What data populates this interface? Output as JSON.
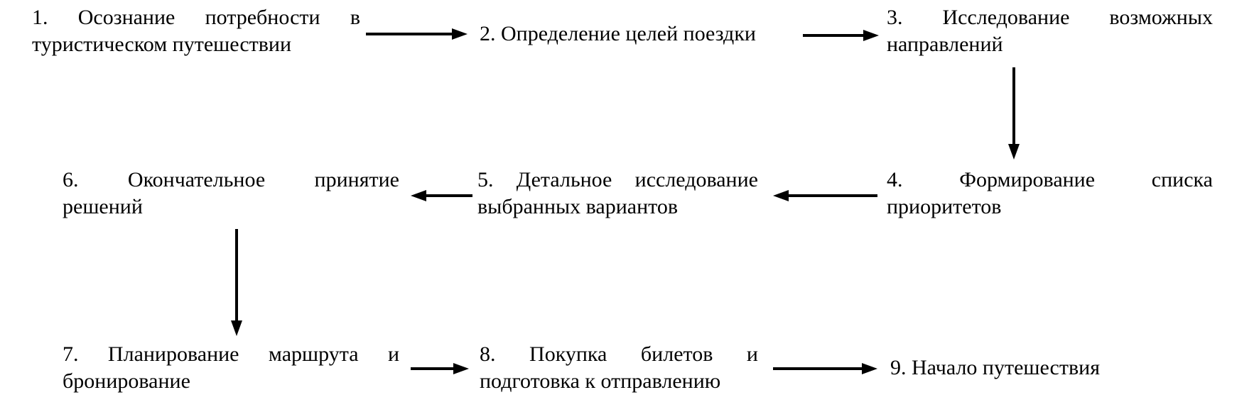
{
  "diagram": {
    "type": "flowchart",
    "language": "ru",
    "colors": {
      "background": "#ffffff",
      "text": "#000000",
      "arrow": "#000000"
    },
    "steps": [
      {
        "number": "1",
        "label": "1. Осознание потребности в туристическом путешествии",
        "lines": [
          "1. Осознание потребности в",
          "туристическом путешествии"
        ]
      },
      {
        "number": "2",
        "label": "2. Определение целей поездки",
        "lines": [
          "2. Определение целей поездки"
        ]
      },
      {
        "number": "3",
        "label": "3. Исследование возможных направлений",
        "lines": [
          "3. Исследование возможных",
          "направлений"
        ]
      },
      {
        "number": "4",
        "label": "4. Формирование списка приоритетов",
        "lines": [
          "4. Формирование списка",
          "приоритетов"
        ]
      },
      {
        "number": "5",
        "label": "5. Детальное исследование выбранных вариантов",
        "lines": [
          "5. Детальное исследование",
          "выбранных вариантов"
        ]
      },
      {
        "number": "6",
        "label": "6. Окончательное принятие решений",
        "lines": [
          "6. Окончательное принятие",
          "решений"
        ]
      },
      {
        "number": "7",
        "label": "7. Планирование маршрута и бронирование",
        "lines": [
          "7. Планирование маршрута и",
          "бронирование"
        ]
      },
      {
        "number": "8",
        "label": "8. Покупка билетов и подготовка к отправлению",
        "lines": [
          "8. Покупка билетов и",
          "подготовка к отправлению"
        ]
      },
      {
        "number": "9",
        "label": "9. Начало путешествия",
        "lines": [
          "9. Начало путешествия"
        ]
      }
    ],
    "arrows": [
      {
        "from": "1",
        "to": "2",
        "direction": "right"
      },
      {
        "from": "2",
        "to": "3",
        "direction": "right"
      },
      {
        "from": "3",
        "to": "4",
        "direction": "down"
      },
      {
        "from": "4",
        "to": "5",
        "direction": "left"
      },
      {
        "from": "5",
        "to": "6",
        "direction": "left"
      },
      {
        "from": "6",
        "to": "7",
        "direction": "down"
      },
      {
        "from": "7",
        "to": "8",
        "direction": "right"
      },
      {
        "from": "8",
        "to": "9",
        "direction": "right"
      }
    ]
  }
}
